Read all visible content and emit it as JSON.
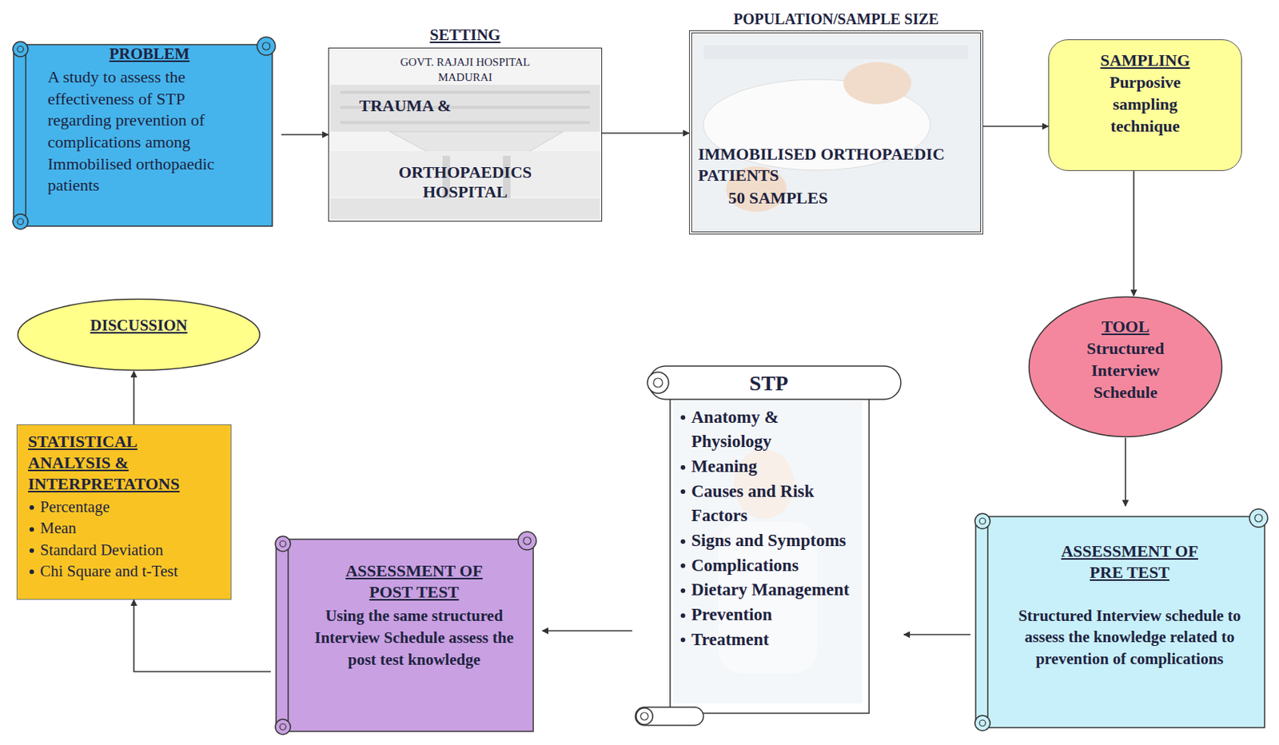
{
  "diagram": {
    "nodes": [
      {
        "text": [
          "PROBLEM",
          "A study to assess the effectiveness of STP regarding prevention of complications among Immobilised orthopaedic patients"
        ]
      },
      {
        "text": [
          "SETTING",
          "GOVT. RAJAJI HOSPITAL MADURAI",
          "TRAUMA &",
          "ORTHOPAEDICS HOSPITAL"
        ]
      },
      {
        "text": [
          "POPULATION/SAMPLE SIZE",
          "IMMOBILISED ORTHOPAEDIC PATIENTS",
          "50 SAMPLES"
        ]
      },
      {
        "text": [
          "SAMPLING",
          "Purposive sampling technique"
        ]
      },
      {
        "text": [
          "TOOL",
          "Structured Interview Schedule"
        ]
      },
      {
        "text": [
          "ASSESSMENT OF PRE TEST",
          "Structured Interview schedule to assess the knowledge related to prevention of complications"
        ]
      },
      {
        "text": [
          "STP",
          "Anatomy & Physiology",
          "Meaning",
          "Causes and Risk Factors",
          "Signs and Symptoms",
          "Complications",
          "Dietary Management",
          "Prevention",
          "Treatment"
        ]
      },
      {
        "text": [
          "ASSESSMENT OF POST TEST",
          "Using the same structured Interview Schedule assess the post test knowledge"
        ]
      },
      {
        "text": [
          "STATISTICAL ANALYSIS & INTERPRETATONS",
          "Percentage",
          "Mean",
          "Standard Deviation",
          "Chi Square and t-Test"
        ]
      },
      {
        "text": [
          "DISCUSSION"
        ]
      }
    ],
    "edges": [
      {
        "from": 0,
        "to": 1,
        "arrow": "to"
      },
      {
        "from": 1,
        "to": 2,
        "arrow": "to"
      },
      {
        "from": 2,
        "to": 3,
        "arrow": "to"
      },
      {
        "from": 3,
        "to": 4,
        "arrow": "to"
      },
      {
        "from": 4,
        "to": 5,
        "arrow": "to"
      },
      {
        "from": 5,
        "to": 6,
        "arrow": "to"
      },
      {
        "from": 6,
        "to": 7,
        "arrow": "to"
      },
      {
        "from": 7,
        "to": 8,
        "arrow": "to"
      },
      {
        "from": 8,
        "to": 9,
        "arrow": "to"
      }
    ]
  }
}
